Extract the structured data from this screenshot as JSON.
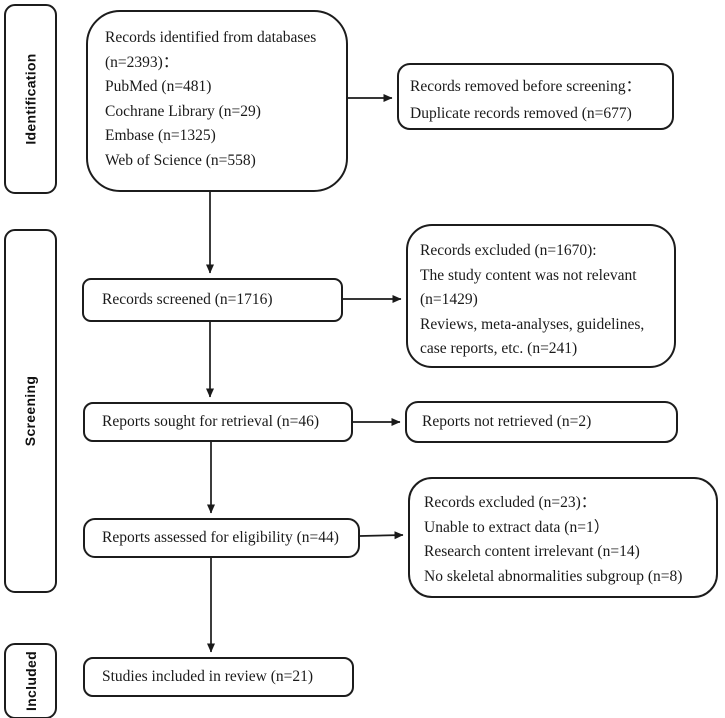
{
  "stages": {
    "identification": "Identification",
    "screening": "Screening",
    "included": "Included"
  },
  "boxes": {
    "identified": {
      "lines": [
        "Records identified from databases",
        "(n=2393)：",
        "PubMed (n=481)",
        "Cochrane Library (n=29)",
        "Embase (n=1325)",
        "Web of Science (n=558)"
      ]
    },
    "removed_before_screening": {
      "lines": [
        "Records removed before screening：",
        "Duplicate records removed (n=677)"
      ]
    },
    "records_screened": {
      "label": "Records screened (n=1716)"
    },
    "records_excluded_screening": {
      "lines": [
        "Records excluded (n=1670):",
        "The study content was not relevant",
        "(n=1429)",
        "Reviews, meta-analyses, guidelines,",
        "case reports, etc. (n=241)"
      ]
    },
    "reports_sought": {
      "label": "Reports sought for retrieval (n=46)"
    },
    "reports_not_retrieved": {
      "label": "Reports not retrieved (n=2)"
    },
    "reports_assessed": {
      "label": "Reports assessed for eligibility (n=44)"
    },
    "records_excluded_eligibility": {
      "lines": [
        "Records excluded (n=23)：",
        "Unable to extract data (n=1）",
        "Research content irrelevant (n=14)",
        "No skeletal abnormalities subgroup (n=8)"
      ]
    },
    "studies_included": {
      "label": "Studies included in review (n=21)"
    }
  },
  "colors": {
    "ink": "#1a1a1a",
    "background": "#ffffff"
  }
}
